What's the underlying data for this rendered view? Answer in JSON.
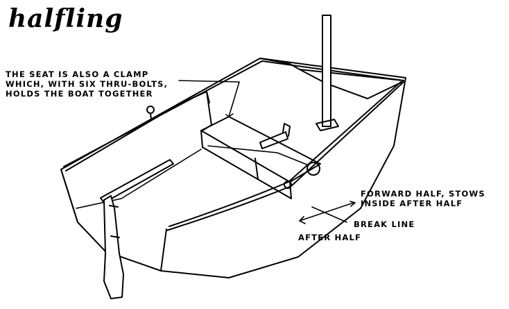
{
  "title": "halfling",
  "labels": {
    "seat_clamp": [
      "THE SEAT IS ALSO A CLAMP",
      "WHICH, WITH SIX THRU-BOLTS,",
      "HOLDS THE BOAT TOGETHER"
    ],
    "forward_half": [
      "FORWARD HALF, STOWS",
      "INSIDE AFTER HALF"
    ],
    "break_line": "BREAK LINE",
    "after_half": "AFTER HALF"
  }
}
